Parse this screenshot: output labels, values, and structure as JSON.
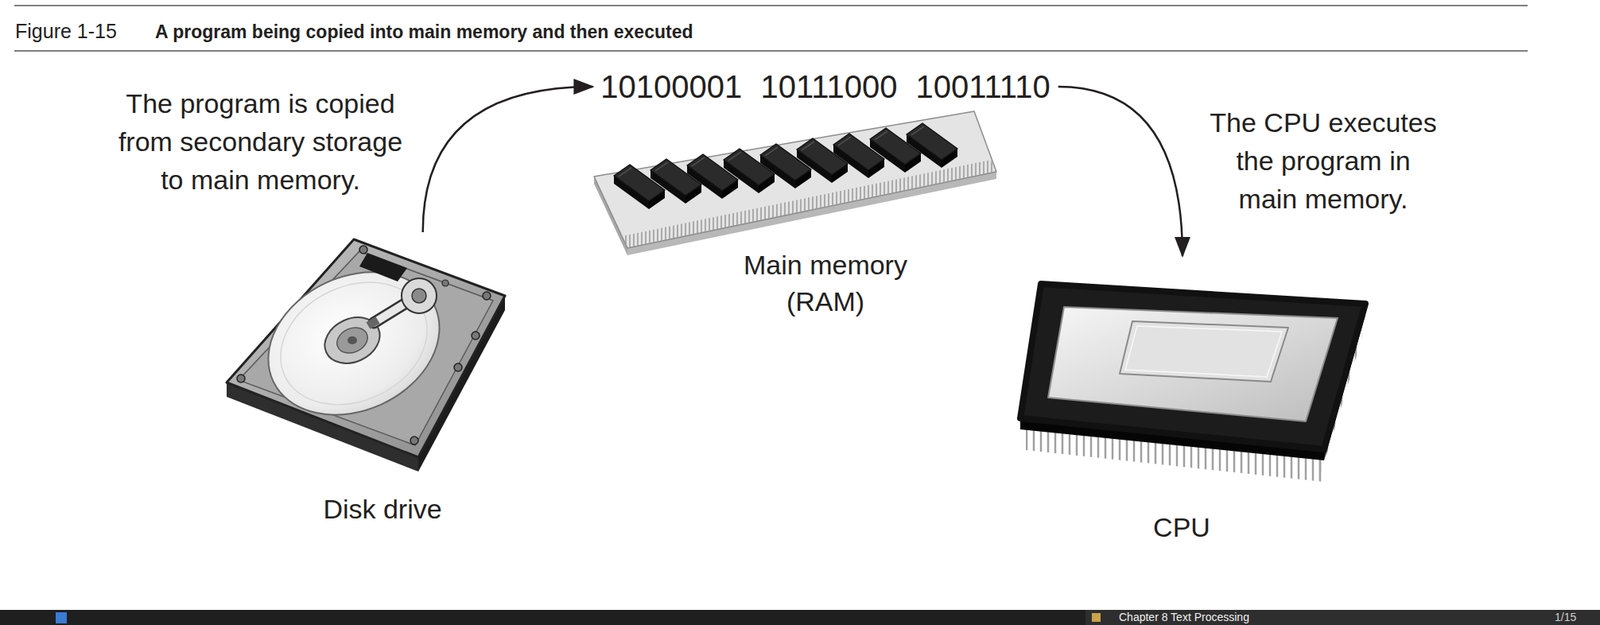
{
  "diagram": {
    "title": "A program being copied into main memory and then executed",
    "nodes": [
      {
        "text": [
          "Disk drive"
        ]
      },
      {
        "text": [
          "10100001 10111000 10011110",
          "Main memory (RAM)"
        ]
      },
      {
        "text": [
          "CPU"
        ]
      }
    ],
    "edges": [
      {
        "from": 0,
        "to": 1,
        "arrow": "to",
        "label": "The program is copied from secondary storage to main memory."
      },
      {
        "from": 1,
        "to": 2,
        "arrow": "to",
        "label": "The CPU executes the program in main memory."
      }
    ],
    "labels": [
      "Figure 1-15",
      "Chapter 8 Text Processing",
      "1/15"
    ]
  }
}
